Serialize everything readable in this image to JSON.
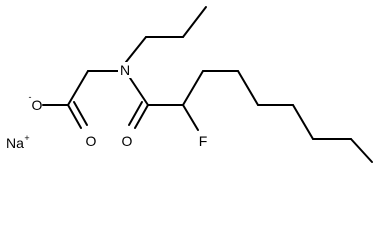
{
  "molecule": {
    "atoms": {
      "o_minus": "O",
      "o_minus_charge": "-",
      "o_carboxyl": "O",
      "n": "N",
      "o_amide": "O",
      "f": "F",
      "na": "Na",
      "na_charge": "+"
    },
    "colors": {
      "bond": "#000000",
      "text": "#000000",
      "background": "#ffffff"
    }
  }
}
